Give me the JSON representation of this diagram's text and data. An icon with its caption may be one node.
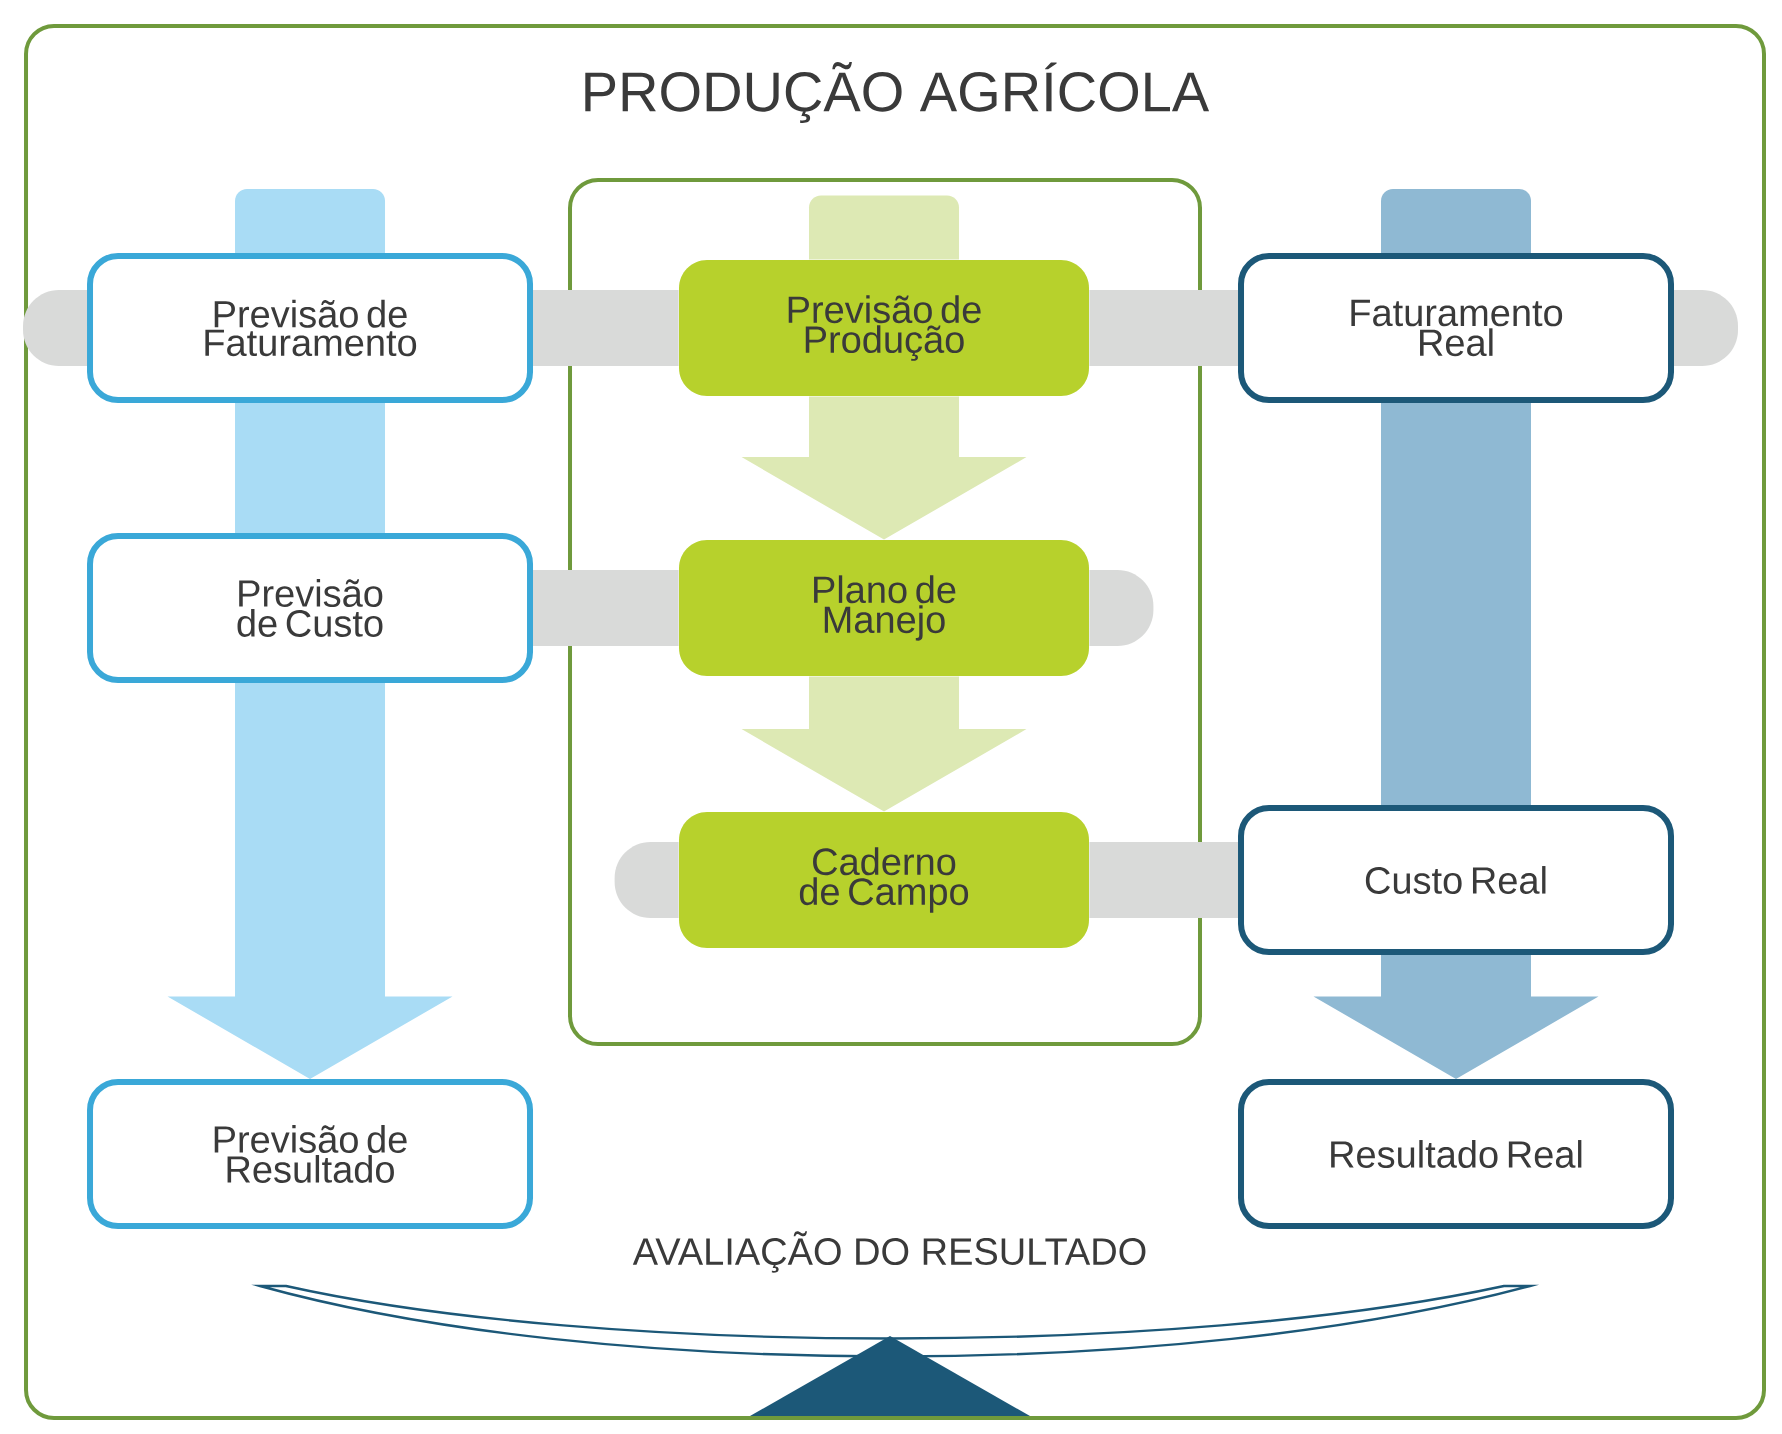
{
  "diagram": {
    "nodes": [
      {
        "text": [
          "PRODUÇÃO AGRÍCOLA"
        ]
      },
      {
        "text": [
          "Previsão de Faturamento"
        ],
        "in": 0
      },
      {
        "text": [],
        "shape": "box",
        "in": 0
      },
      {
        "text": [
          "Previsão de Produção"
        ],
        "in": 2
      },
      {
        "text": [
          "Plano de Manejo"
        ],
        "in": 2
      },
      {
        "text": [
          "Caderno de Campo"
        ],
        "in": 2
      },
      {
        "text": [
          "Faturamento Real"
        ],
        "in": 0
      },
      {
        "text": [
          "Previsão de Custo"
        ],
        "in": 0
      },
      {
        "text": [
          "Custo Real"
        ],
        "in": 0
      },
      {
        "text": [
          "Previsão de Resultado"
        ],
        "in": 0
      },
      {
        "text": [
          "Resultado Real"
        ],
        "in": 0
      }
    ],
    "edges": [
      {
        "from": 1,
        "to": 3,
        "arrow": "none"
      },
      {
        "from": 3,
        "to": 6,
        "arrow": "none"
      },
      {
        "from": 7,
        "to": 4,
        "arrow": "none"
      },
      {
        "from": 5,
        "to": 8,
        "arrow": "none"
      },
      {
        "from": 3,
        "to": 4,
        "arrow": "to",
        "style": "thick",
        "color": "#dde9b4"
      },
      {
        "from": 4,
        "to": 5,
        "arrow": "to",
        "style": "thick",
        "color": "#dde9b4"
      },
      {
        "from": 1,
        "to": 7,
        "arrow": "none",
        "style": "thick",
        "color": "#a9dcf5"
      },
      {
        "from": 7,
        "to": 9,
        "arrow": "to",
        "style": "thick",
        "color": "#a9dcf5"
      },
      {
        "from": 6,
        "to": 8,
        "arrow": "none",
        "style": "thick",
        "color": "#8fb9d3"
      },
      {
        "from": 8,
        "to": 10,
        "arrow": "to",
        "style": "thick",
        "color": "#8fb9d3"
      }
    ],
    "labels": [
      "AVALIAÇÃO DO RESULTADO"
    ]
  }
}
